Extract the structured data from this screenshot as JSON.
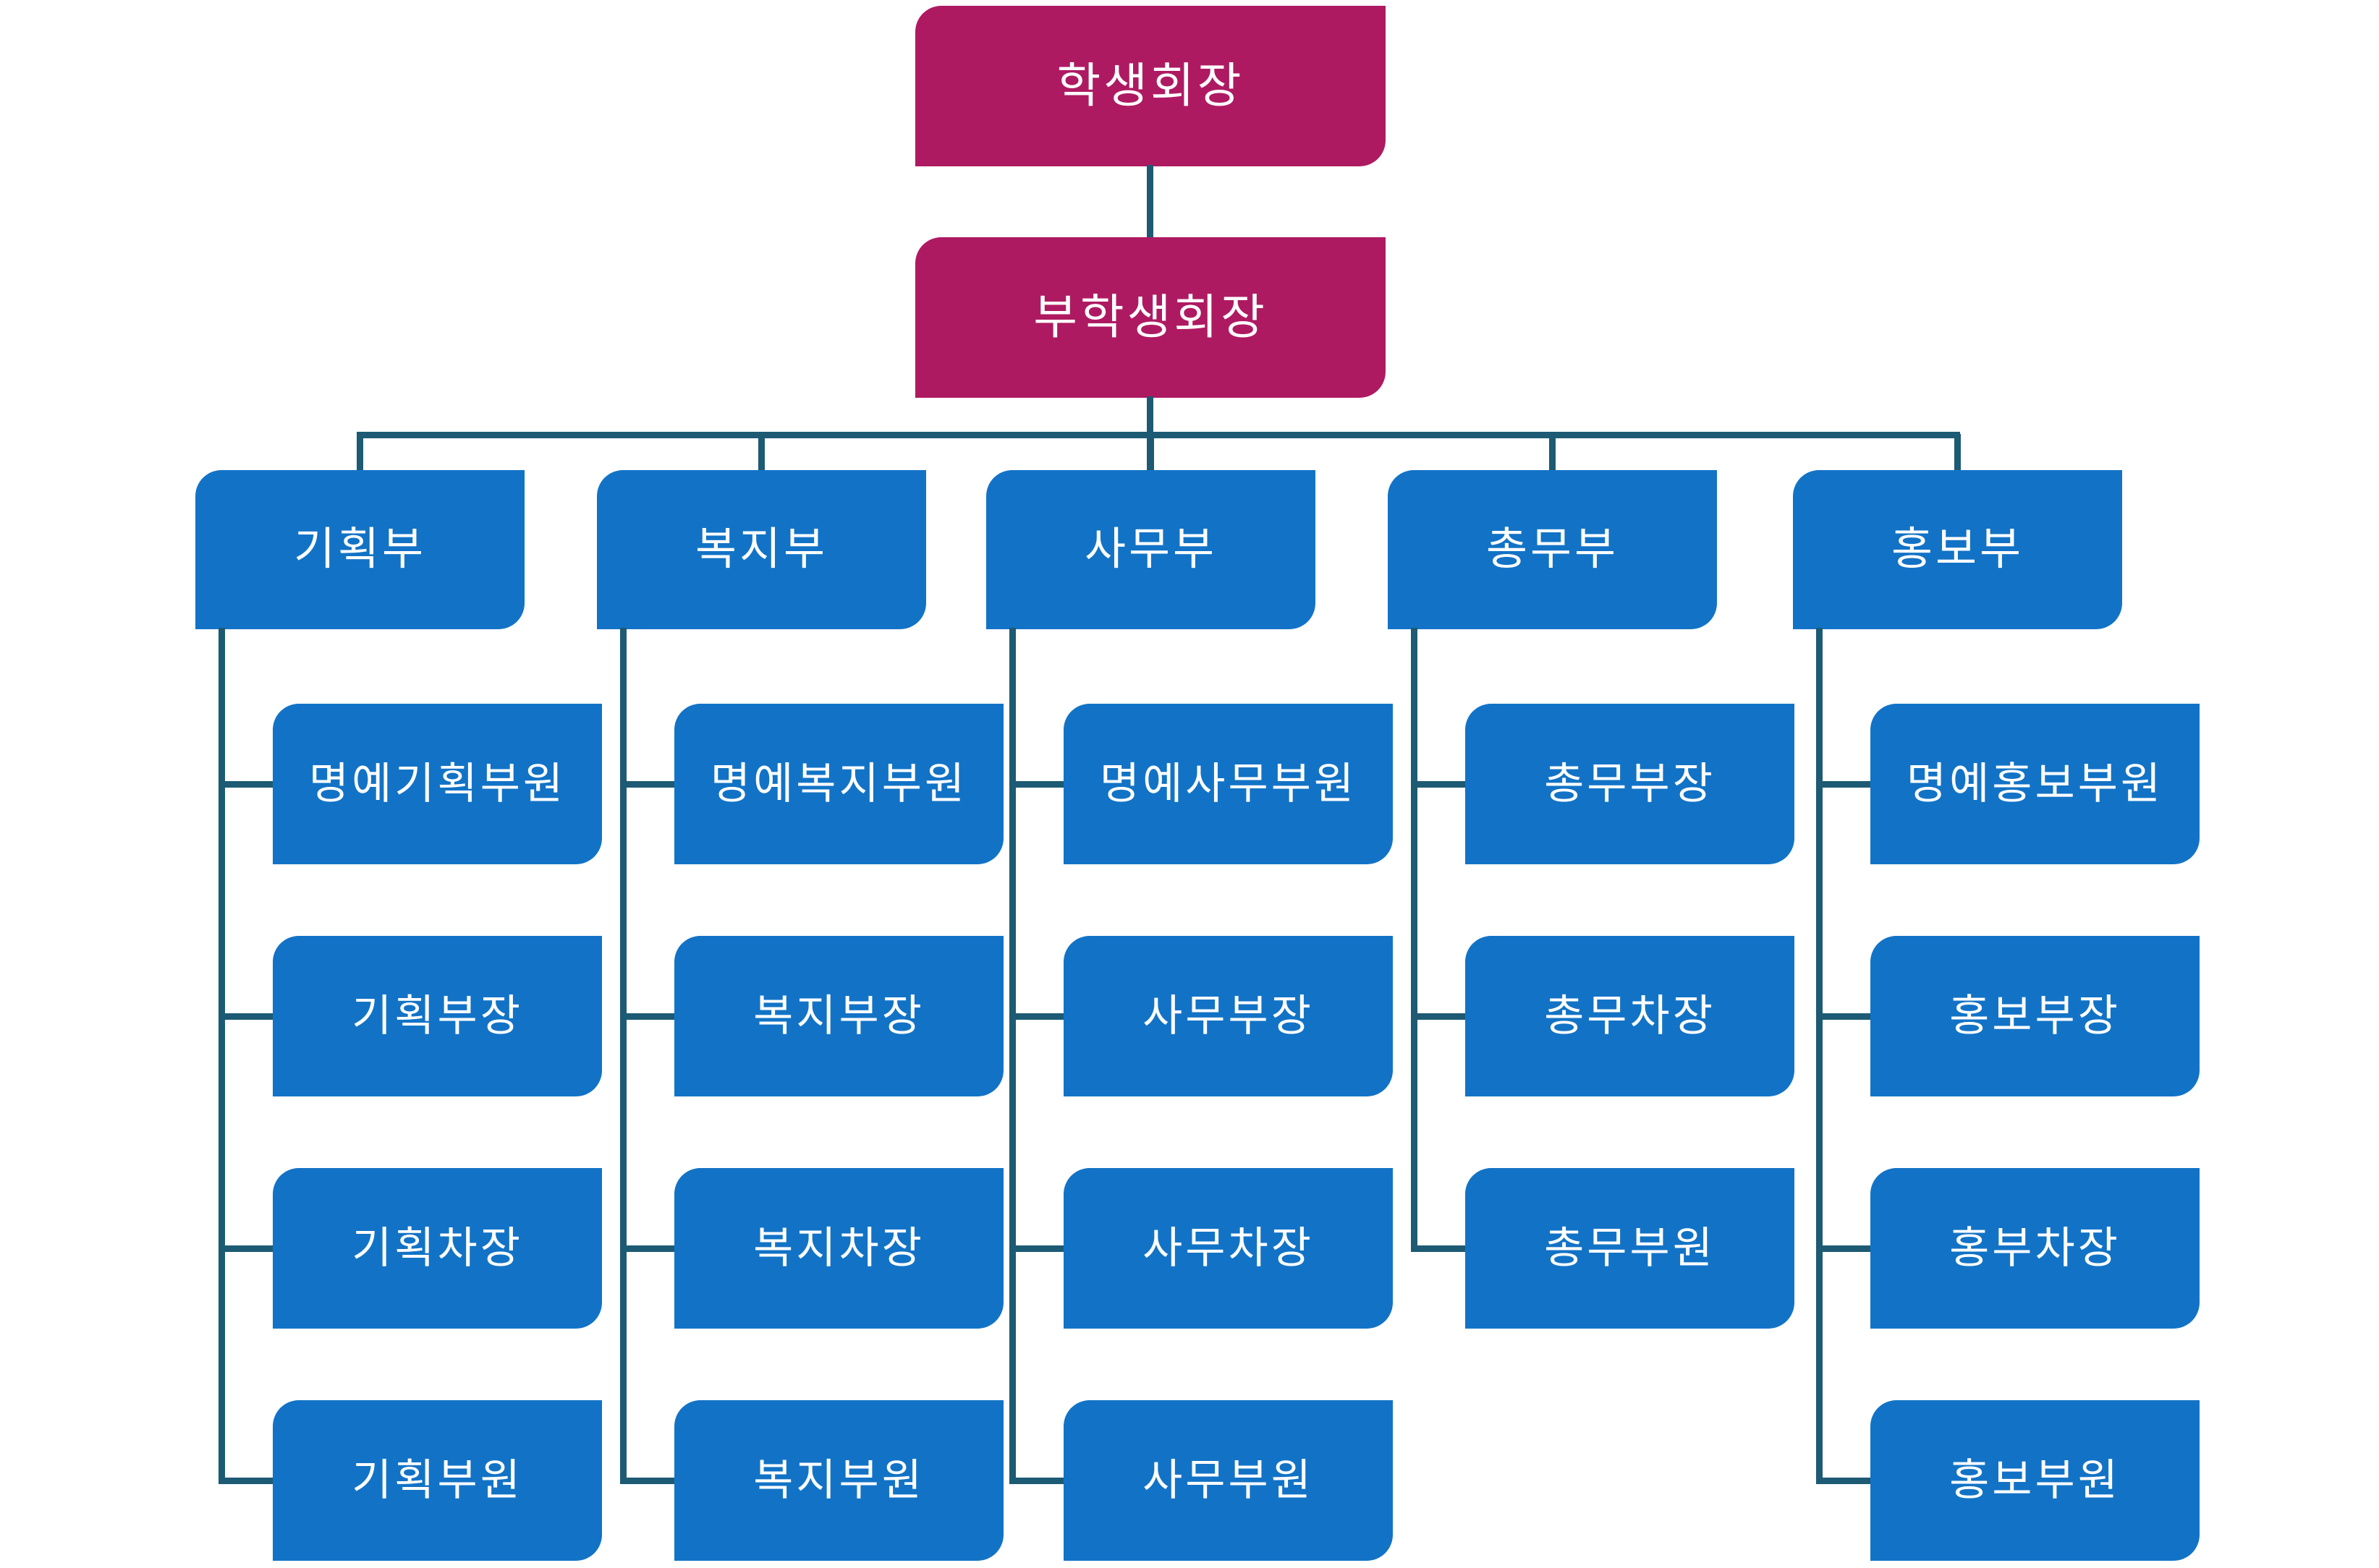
{
  "colors": {
    "executive_box": "#ae1a62",
    "department_box": "#1273c6",
    "connector": "#1d5a73",
    "box_text": "#ffffff",
    "background": "#ffffff"
  },
  "chart": {
    "root": "학생회장",
    "vice": "부학생회장",
    "departments": [
      {
        "label": "기획부",
        "children": [
          "명예기획부원",
          "기획부장",
          "기획차장",
          "기획부원"
        ]
      },
      {
        "label": "복지부",
        "children": [
          "명예복지부원",
          "복지부장",
          "복지차장",
          "복지부원"
        ]
      },
      {
        "label": "사무부",
        "children": [
          "명예사무부원",
          "사무부장",
          "사무차장",
          "사무부원"
        ]
      },
      {
        "label": "총무부",
        "children": [
          "총무부장",
          "총무차장",
          "총무부원"
        ]
      },
      {
        "label": "홍보부",
        "children": [
          "명예홍보부원",
          "홍보부장",
          "홍부차장",
          "홍보부원"
        ]
      }
    ]
  }
}
